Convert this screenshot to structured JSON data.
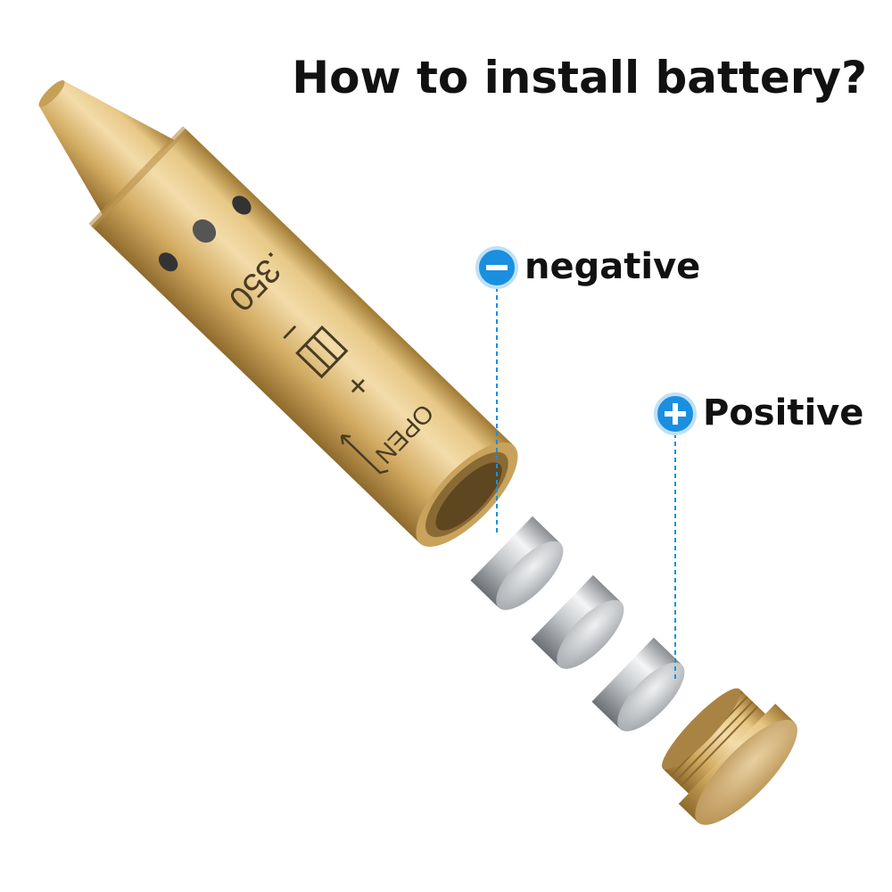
{
  "title": "How to install battery?",
  "labels": {
    "negative": "negative",
    "positive": "Positive"
  },
  "engraving": {
    "caliber": ".350",
    "minus": "−",
    "plus": "+",
    "open": "OPEN"
  },
  "icons": {
    "negative": "minus-circle-icon",
    "positive": "plus-circle-icon"
  },
  "colors": {
    "accent": "#1a8fe0",
    "brass": "#d9b46a",
    "text": "#111111"
  }
}
